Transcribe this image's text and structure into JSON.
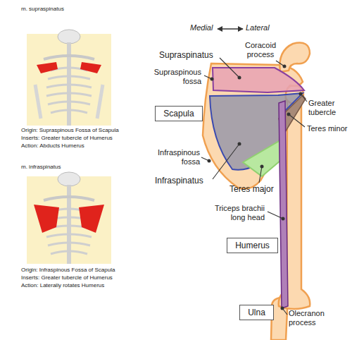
{
  "diagram": {
    "nodes": [
      {
        "text": [
          "Scapula"
        ]
      },
      {
        "text": [
          "Humerus"
        ]
      },
      {
        "text": [
          "Ulna"
        ]
      }
    ],
    "labels": [
      "m. supraspinatus",
      "Origin: Supraspinous Fossa of Scapula",
      "Inserts: Greater tubercle of Humerus",
      "Action: Abducts Humerus",
      "m. infraspinatus",
      "Origin: Infraspinous Fossa of Scapula",
      "Inserts: Greater tubercle of Humerus",
      "Action: Laterally rotates Humerus",
      "Medial",
      "Lateral",
      "Supraspinatus",
      "Coracoid process",
      "Supraspinous fossa",
      "Greater tubercle",
      "Teres minor",
      "Infraspinous fossa",
      "Infraspinatus",
      "Teres major",
      "Triceps brachii long head",
      "Olecranon process"
    ]
  }
}
